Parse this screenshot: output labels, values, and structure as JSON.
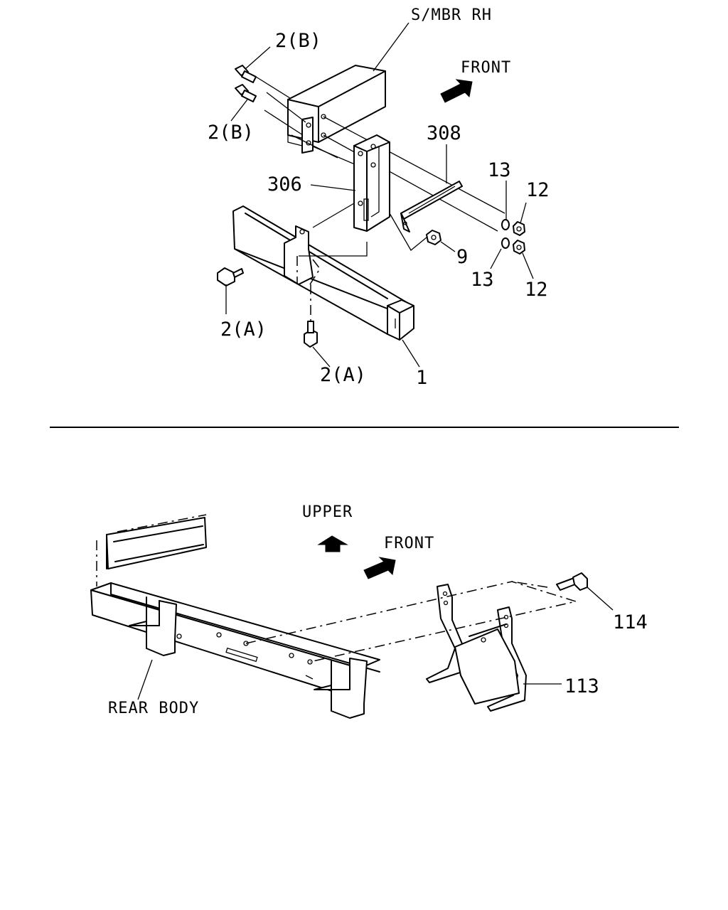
{
  "top_view": {
    "callouts": {
      "smbr_rh": "S/MBR RH",
      "front": "FRONT",
      "bolt_2b_upper": "2(B)",
      "bolt_2b_lower": "2(B)",
      "part_308": "308",
      "part_306": "306",
      "washer_13_upper": "13",
      "nut_12_upper": "12",
      "nut_9": "9",
      "washer_13_lower": "13",
      "nut_12_lower": "12",
      "bolt_2a_left": "2(A)",
      "bolt_2a_bottom": "2(A)",
      "part_1": "1"
    },
    "icons": {
      "front_arrow": "arrow-front-icon"
    }
  },
  "bottom_view": {
    "callouts": {
      "upper": "UPPER",
      "front": "FRONT",
      "part_114": "114",
      "part_113": "113",
      "rear_body": "REAR BODY"
    },
    "icons": {
      "upper_arrow": "arrow-up-icon",
      "front_arrow": "arrow-front-icon"
    }
  }
}
